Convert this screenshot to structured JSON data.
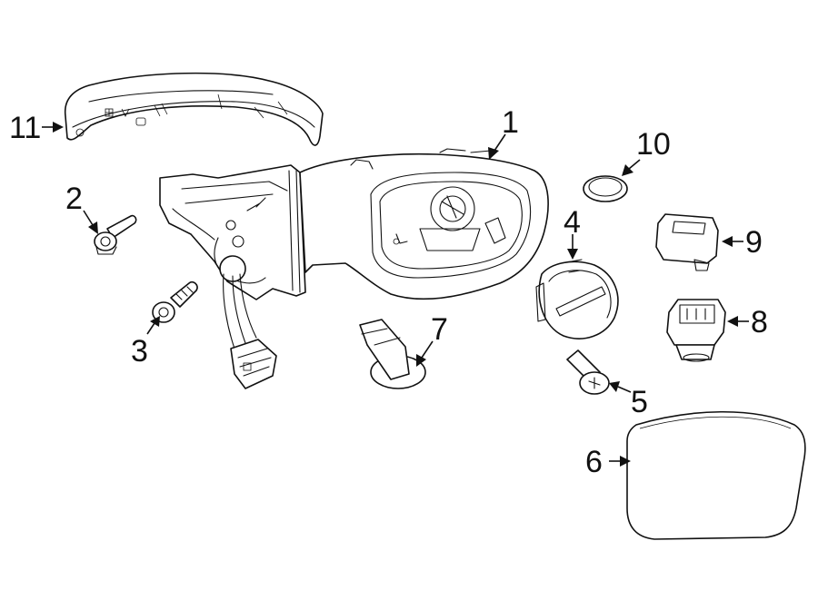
{
  "diagram": {
    "callouts": [
      {
        "id": "callout-1",
        "number": "1"
      },
      {
        "id": "callout-2",
        "number": "2"
      },
      {
        "id": "callout-3",
        "number": "3"
      },
      {
        "id": "callout-4",
        "number": "4"
      },
      {
        "id": "callout-5",
        "number": "5"
      },
      {
        "id": "callout-6",
        "number": "6"
      },
      {
        "id": "callout-7",
        "number": "7"
      },
      {
        "id": "callout-8",
        "number": "8"
      },
      {
        "id": "callout-9",
        "number": "9"
      },
      {
        "id": "callout-10",
        "number": "10"
      },
      {
        "id": "callout-11",
        "number": "11"
      }
    ],
    "colors": {
      "line": "#111111",
      "background": "#ffffff"
    }
  }
}
